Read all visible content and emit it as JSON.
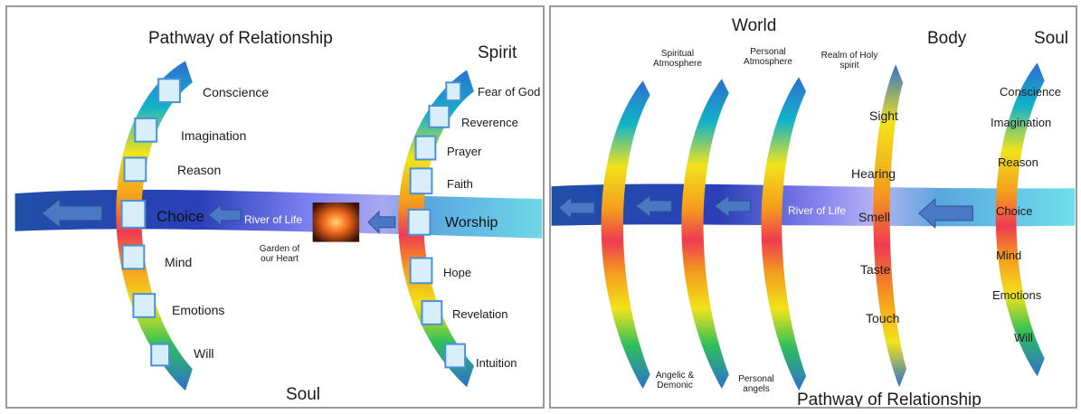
{
  "left_panel": {
    "title": "Pathway of Relationship",
    "spirit_heading": "Spirit",
    "soul_heading": "Soul",
    "soul_items": {
      "conscience": "Conscience",
      "imagination": "Imagination",
      "reason": "Reason",
      "choice": "Choice",
      "mind": "Mind",
      "emotions": "Emotions",
      "will": "Will"
    },
    "spirit_items": {
      "fear_of_god": "Fear of God",
      "reverence": "Reverence",
      "prayer": "Prayer",
      "faith": "Faith",
      "worship": "Worship",
      "hope": "Hope",
      "revelation": "Revelation",
      "intuition": "Intuition"
    },
    "river_label": "River of Life",
    "heart_caption": "Garden of our Heart"
  },
  "right_panel": {
    "world_heading": "World",
    "body_heading": "Body",
    "soul_heading": "Soul",
    "footer_title": "Pathway of Relationship",
    "river_label": "River of Life",
    "arc_labels": {
      "spiritual_atmosphere": "Spiritual Atmosphere",
      "personal_atmosphere": "Personal Atmosphere",
      "realm_of_holy_spirit": "Realm of Holy spirit",
      "angelic_demonic": "Angelic & Demonic",
      "personal_angels": "Personal angels"
    },
    "senses": {
      "sight": "Sight",
      "hearing": "Hearing",
      "smell": "Smell",
      "taste": "Taste",
      "touch": "Touch"
    },
    "soul_items": {
      "conscience": "Conscience",
      "imagination": "Imagination",
      "reason": "Reason",
      "choice": "Choice",
      "mind": "Mind",
      "emotions": "Emotions",
      "will": "Will"
    }
  },
  "colors": {
    "river_dark": "#1f4fa8",
    "river_mid": "#6a6fe0",
    "river_light": "#52c3de",
    "arrow_fill": "#4a78c4",
    "box_fill": "#d8eefb"
  }
}
